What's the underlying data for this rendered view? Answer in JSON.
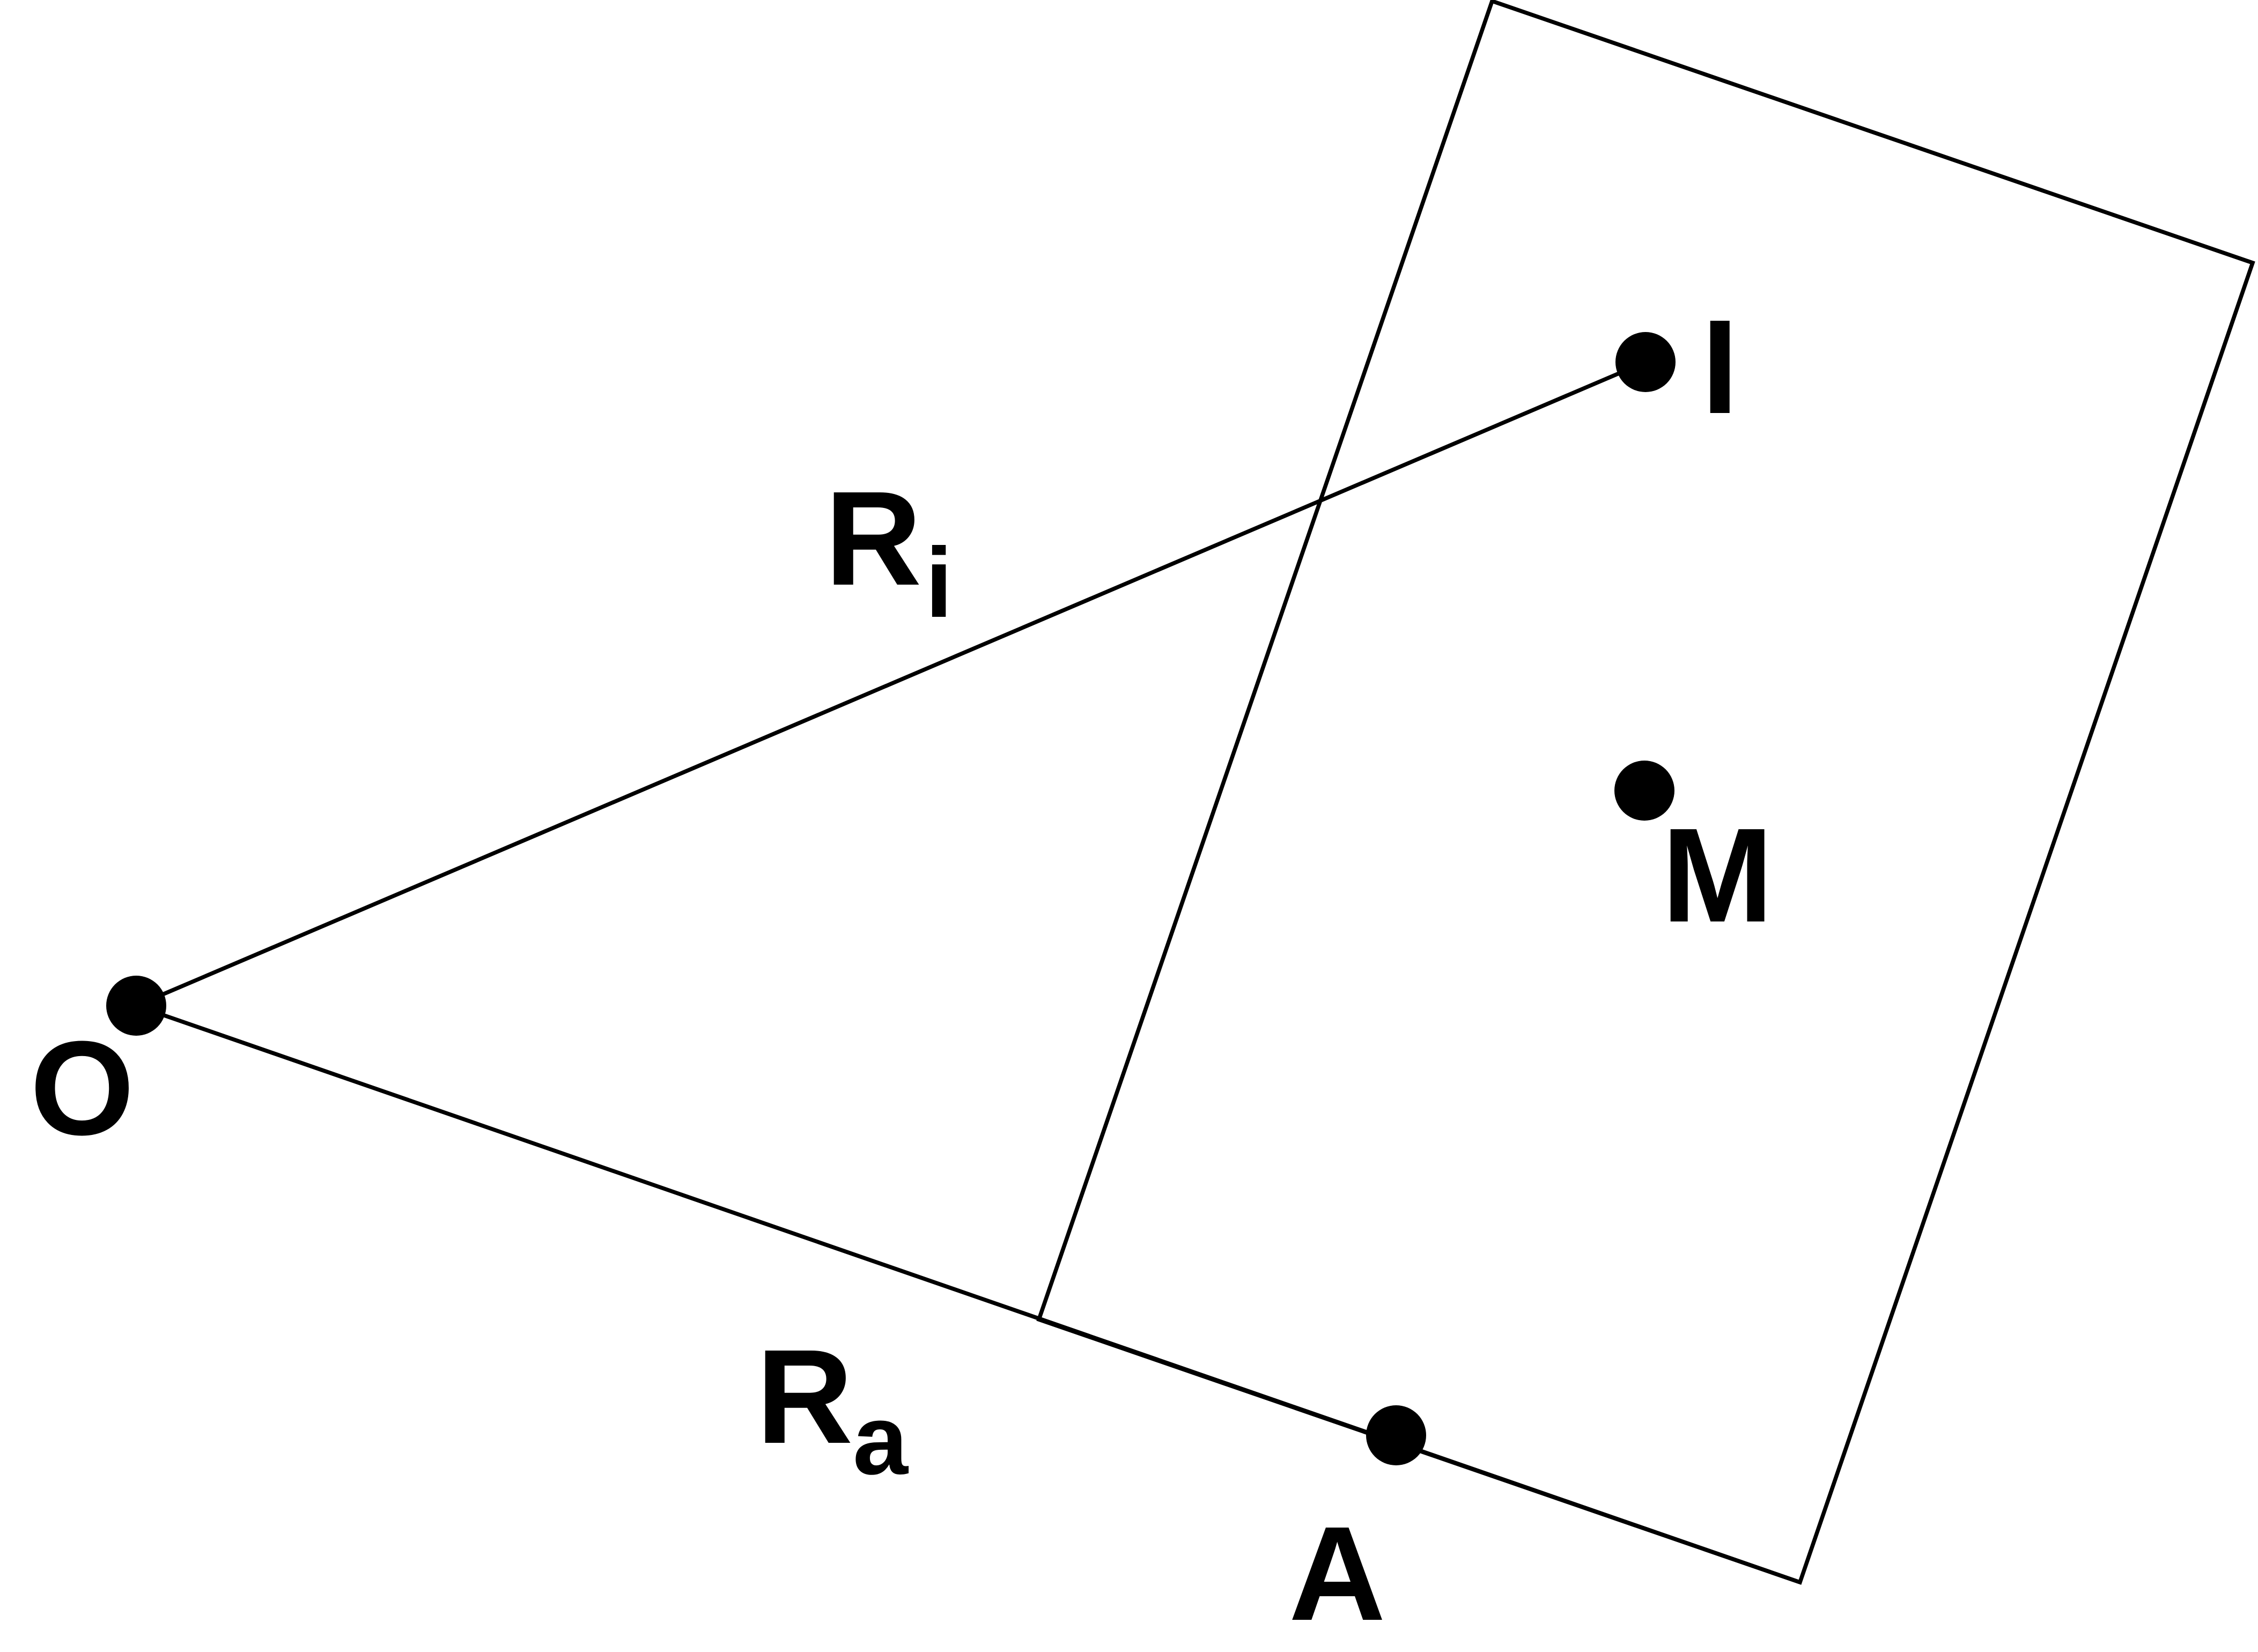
{
  "diagram": {
    "labels": {
      "origin": "O",
      "point_i": "I",
      "point_m": "M",
      "point_a": "A",
      "ray_i_main": "R",
      "ray_i_sub": "i",
      "ray_a_main": "R",
      "ray_a_sub": "a"
    },
    "colors": {
      "stroke": "#000000",
      "background": "#ffffff"
    }
  }
}
